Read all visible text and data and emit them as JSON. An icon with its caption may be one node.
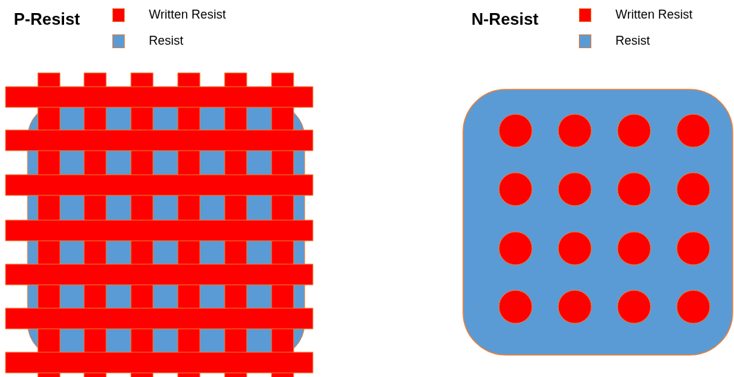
{
  "diagram": {
    "labels": [
      "P-Resist",
      "N-Resist"
    ],
    "legend": [
      {
        "text": "Written Resist",
        "color": "#ff0000"
      },
      {
        "text": "Resist",
        "color": "#5b9bd5"
      },
      {
        "text": "Written Resist",
        "color": "#ff0000"
      },
      {
        "text": "Resist",
        "color": "#5b9bd5"
      }
    ]
  }
}
